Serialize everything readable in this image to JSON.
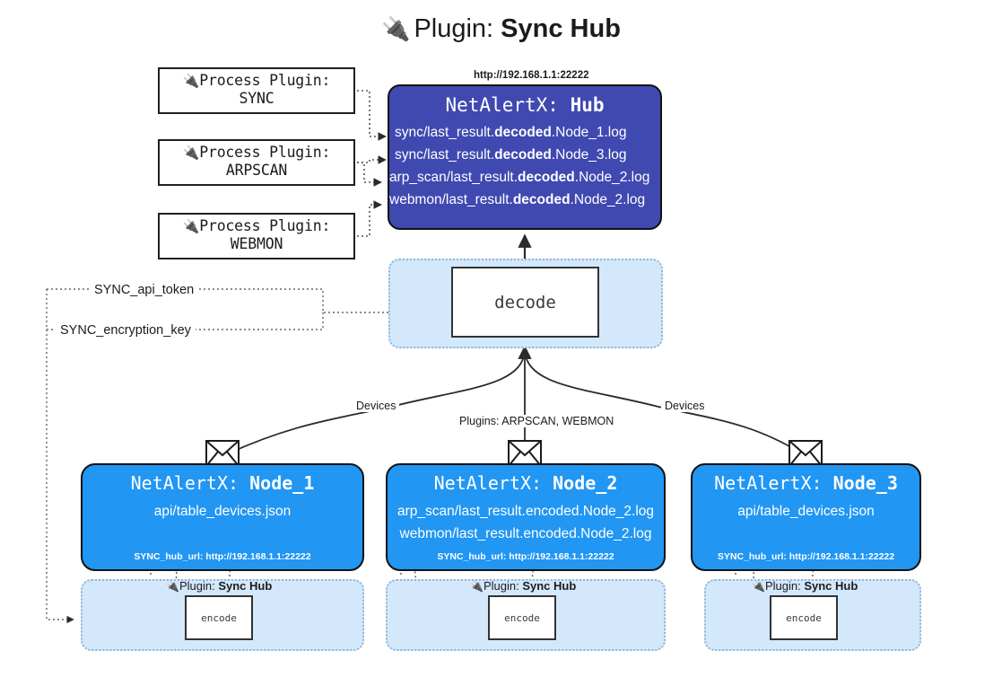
{
  "title": {
    "icon": "plug-icon",
    "prefix": "Plugin:",
    "name": "Sync Hub"
  },
  "process_plugins": [
    {
      "icon": "plug-icon",
      "line1": "Process Plugin:",
      "line2": "SYNC"
    },
    {
      "icon": "plug-icon",
      "line1": "Process Plugin:",
      "line2": "ARPSCAN"
    },
    {
      "icon": "plug-icon",
      "line1": "Process Plugin:",
      "line2": "WEBMON"
    }
  ],
  "hub": {
    "url": "http://192.168.1.1:22222",
    "title_prefix": "NetAlertX:",
    "title_name": "Hub",
    "lines": [
      {
        "pre": "sync/last_result.",
        "bold": "decoded",
        "post": ".Node_1.log"
      },
      {
        "pre": "sync/last_result.",
        "bold": "decoded",
        "post": ".Node_3.log"
      },
      {
        "pre": "arp_scan/last_result.",
        "bold": "decoded",
        "post": ".Node_2.log"
      },
      {
        "pre": "webmon/last_result.",
        "bold": "decoded",
        "post": ".Node_2.log"
      }
    ],
    "fill": "#4049b0"
  },
  "decode": {
    "label": "decode"
  },
  "tokens": [
    {
      "label": "SYNC_api_token"
    },
    {
      "label": "SYNC_encryption_key"
    }
  ],
  "edge_labels": {
    "devices_left": "Devices",
    "devices_right": "Devices",
    "plugins_middle": "Plugins: ARPSCAN, WEBMON"
  },
  "nodes": [
    {
      "title_prefix": "NetAlertX:",
      "title_name": "Node_1",
      "lines": [
        "api/table_devices.json"
      ],
      "footer": "SYNC_hub_url: http://192.168.1.1:22222",
      "fill": "#2196f3",
      "icon": "envelope-icon"
    },
    {
      "title_prefix": "NetAlertX:",
      "title_name": "Node_2",
      "lines": [
        "arp_scan/last_result.encoded.Node_2.log",
        "webmon/last_result.encoded.Node_2.log"
      ],
      "footer": "SYNC_hub_url: http://192.168.1.1:22222",
      "fill": "#2196f3",
      "icon": "envelope-icon"
    },
    {
      "title_prefix": "NetAlertX:",
      "title_name": "Node_3",
      "lines": [
        "api/table_devices.json"
      ],
      "footer": "SYNC_hub_url: http://192.168.1.1:22222",
      "fill": "#2196f3",
      "icon": "envelope-icon"
    }
  ],
  "encode_zones": [
    {
      "plugin_prefix": "Plugin:",
      "plugin_name": "Sync Hub",
      "box_label": "encode",
      "icon": "plug-icon"
    },
    {
      "plugin_prefix": "Plugin:",
      "plugin_name": "Sync Hub",
      "box_label": "encode",
      "icon": "plug-icon"
    },
    {
      "plugin_prefix": "Plugin:",
      "plugin_name": "Sync Hub",
      "box_label": "encode",
      "icon": "plug-icon"
    }
  ],
  "colors": {
    "hub_fill": "#4049b0",
    "node_fill": "#2196f3",
    "zone_fill": "#d4e8fb",
    "zone_border": "#8fb6d6",
    "stroke": "#333333"
  }
}
